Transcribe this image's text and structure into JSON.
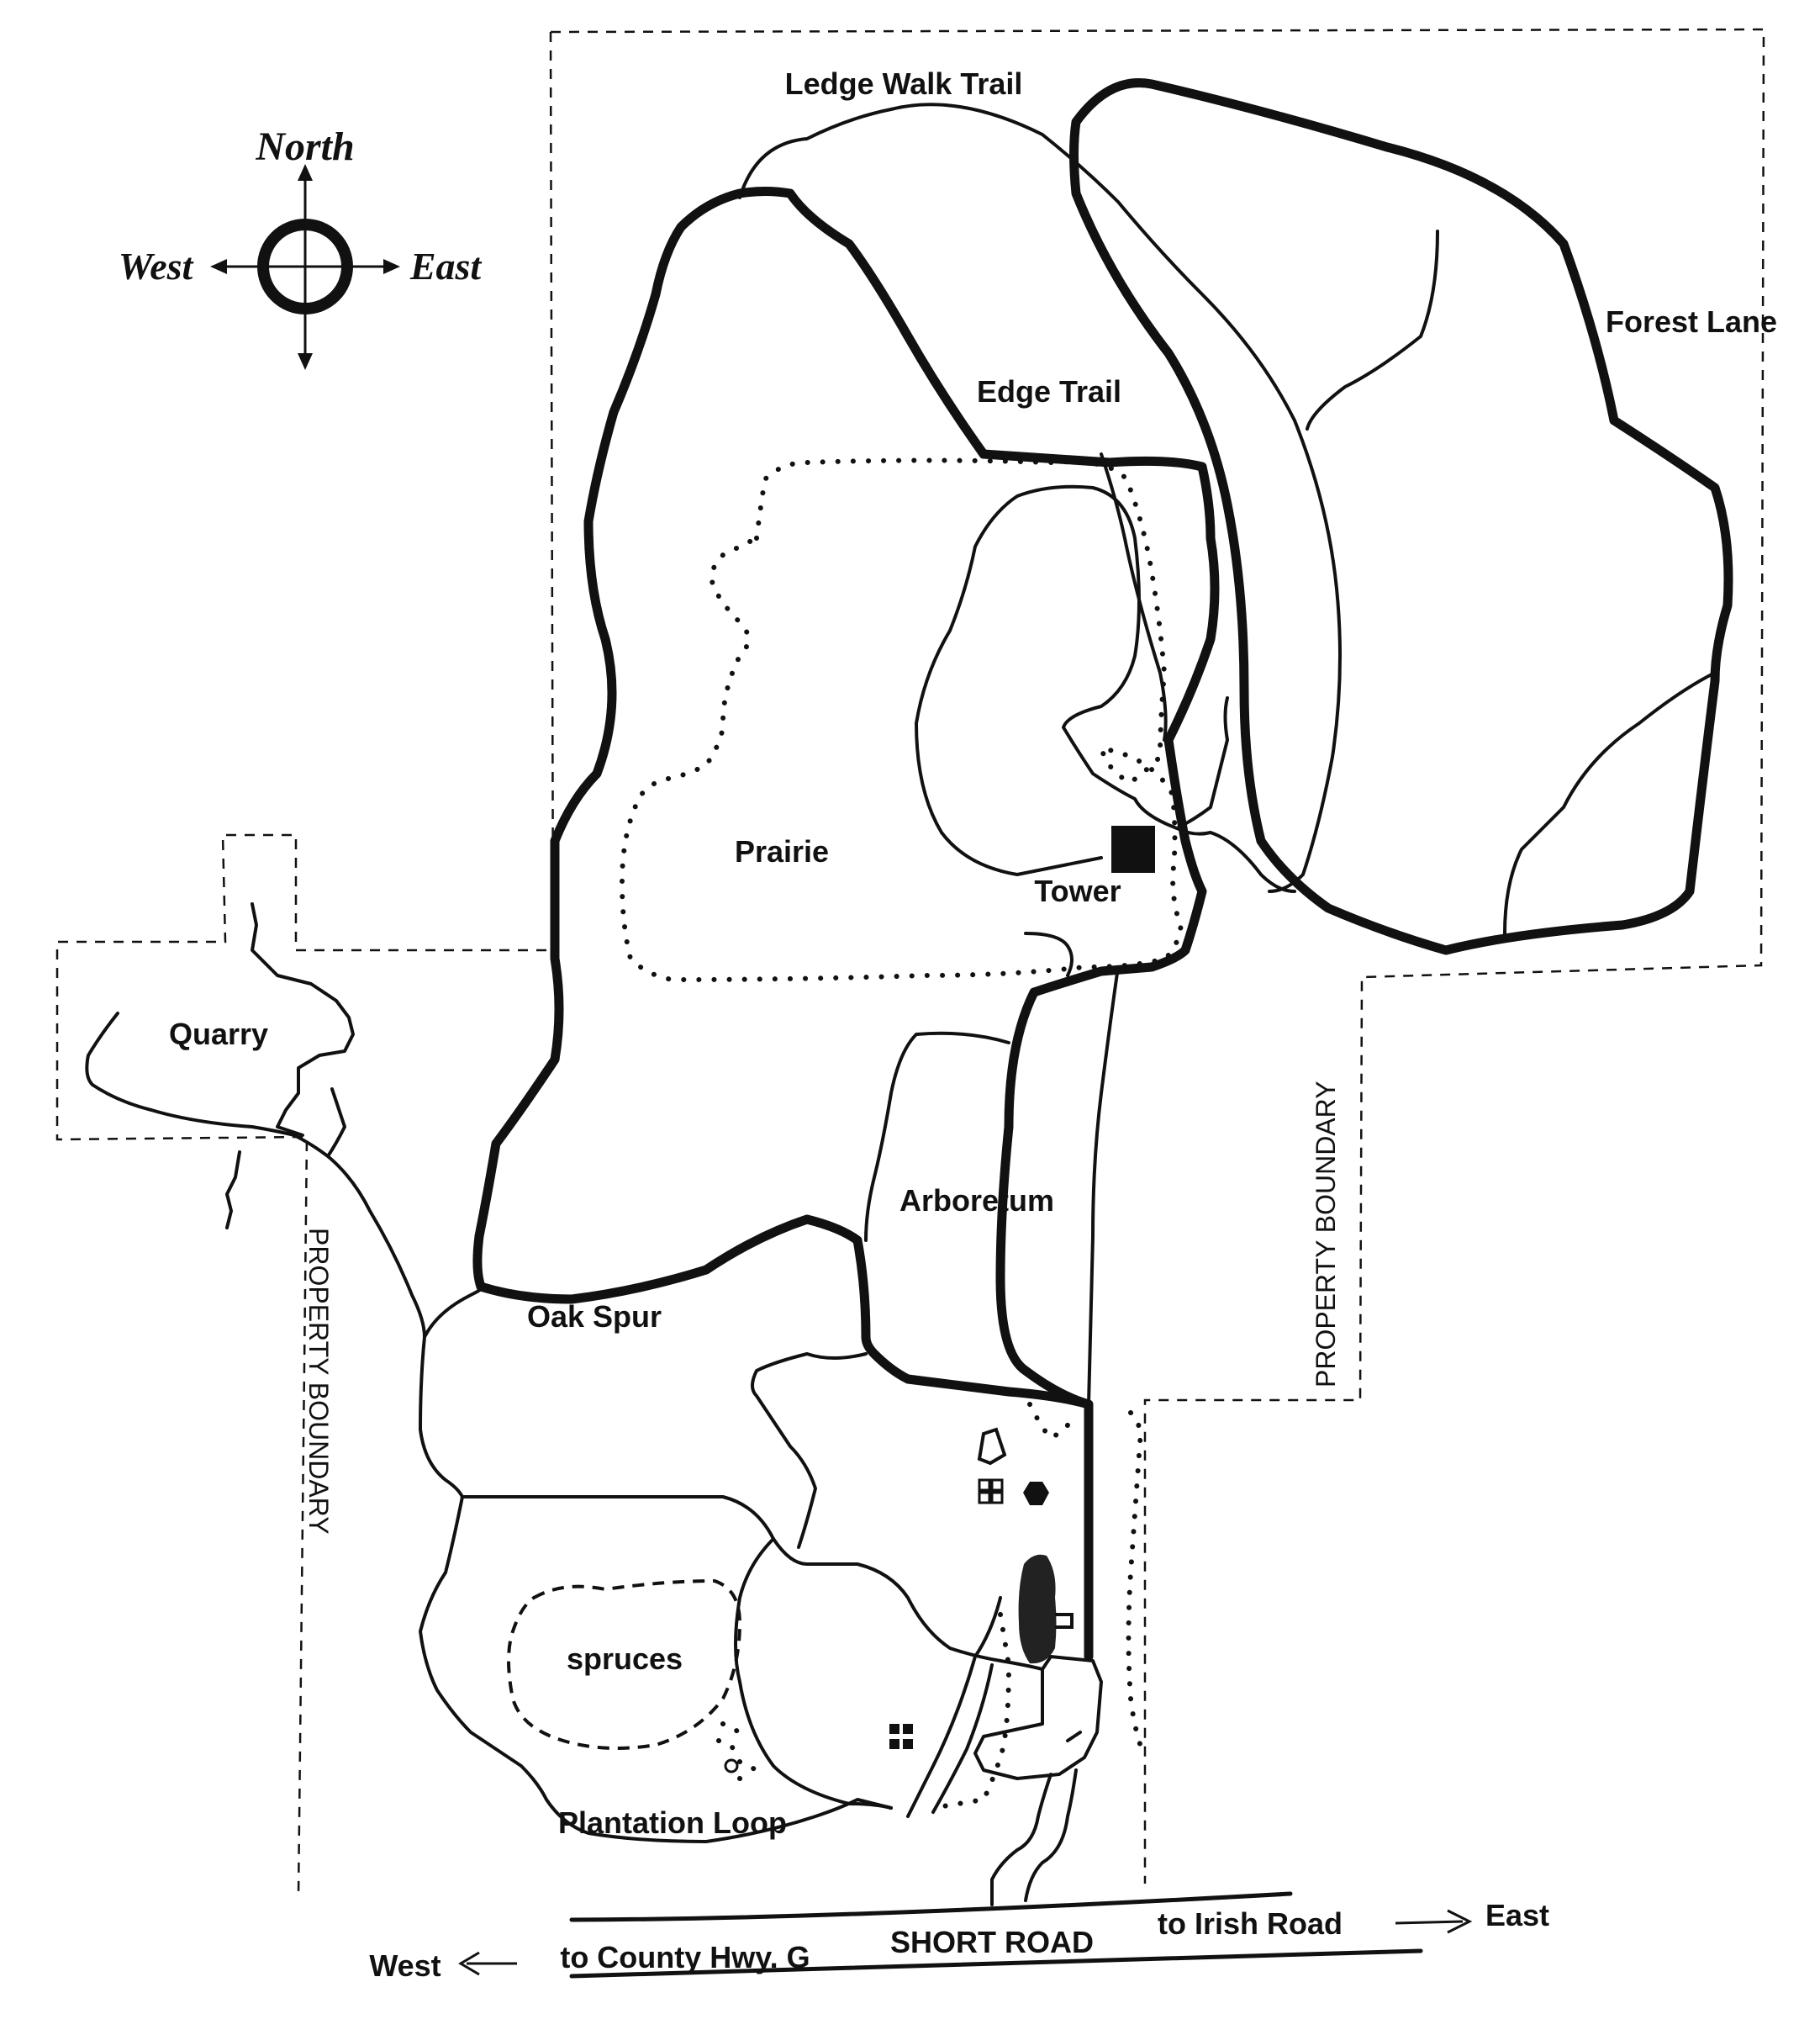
{
  "compass": {
    "north": "North",
    "south": "",
    "east": "East",
    "west": "West"
  },
  "trails": {
    "ledge_walk": "Ledge Walk Trail",
    "forest_lane": "Forest Lane",
    "edge_trail": "Edge Trail",
    "oak_spur": "Oak Spur",
    "plantation_loop": "Plantation Loop"
  },
  "areas": {
    "prairie": "Prairie",
    "tower": "Tower",
    "quarry": "Quarry",
    "arboretum": "Arboretum",
    "spruces": "spruces"
  },
  "boundary": {
    "left_label": "PROPERTY BOUNDARY",
    "right_label": "PROPERTY BOUNDARY"
  },
  "road": {
    "name": "SHORT ROAD",
    "west_dir": "West",
    "to_west": "to County Hwy. G",
    "to_east": "to Irish Road",
    "east_dir": "East"
  },
  "icons": {
    "compass": "compass-rose-icon",
    "tower": "tower-square-icon",
    "arrow_west": "arrow-left-icon",
    "arrow_east": "arrow-right-icon"
  }
}
